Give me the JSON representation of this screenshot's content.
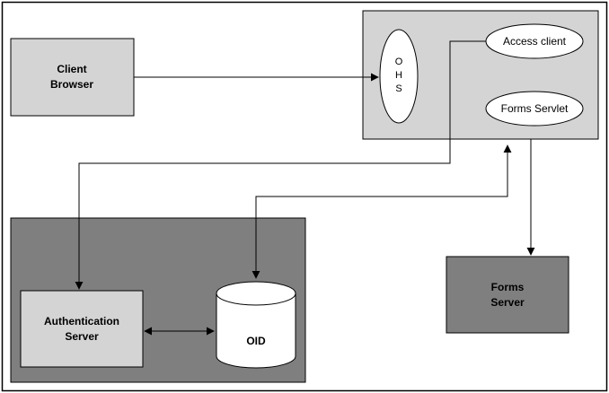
{
  "nodes": {
    "client_browser": {
      "line1": "Client",
      "line2": "Browser"
    },
    "ohs": {
      "letters": [
        "O",
        "H",
        "S"
      ]
    },
    "access_client": {
      "label": "Access client"
    },
    "forms_servlet": {
      "label": "Forms Servlet"
    },
    "authentication_server": {
      "line1": "Authentication",
      "line2": "Server"
    },
    "oid": {
      "label": "OID"
    },
    "forms_server": {
      "line1": "Forms",
      "line2": "Server"
    }
  },
  "colors": {
    "frame_border": "#000000",
    "light_box_fill": "#d4d4d4",
    "dark_box_fill": "#7f7f7f",
    "ellipse_fill": "#ffffff",
    "line_color": "#000000"
  }
}
